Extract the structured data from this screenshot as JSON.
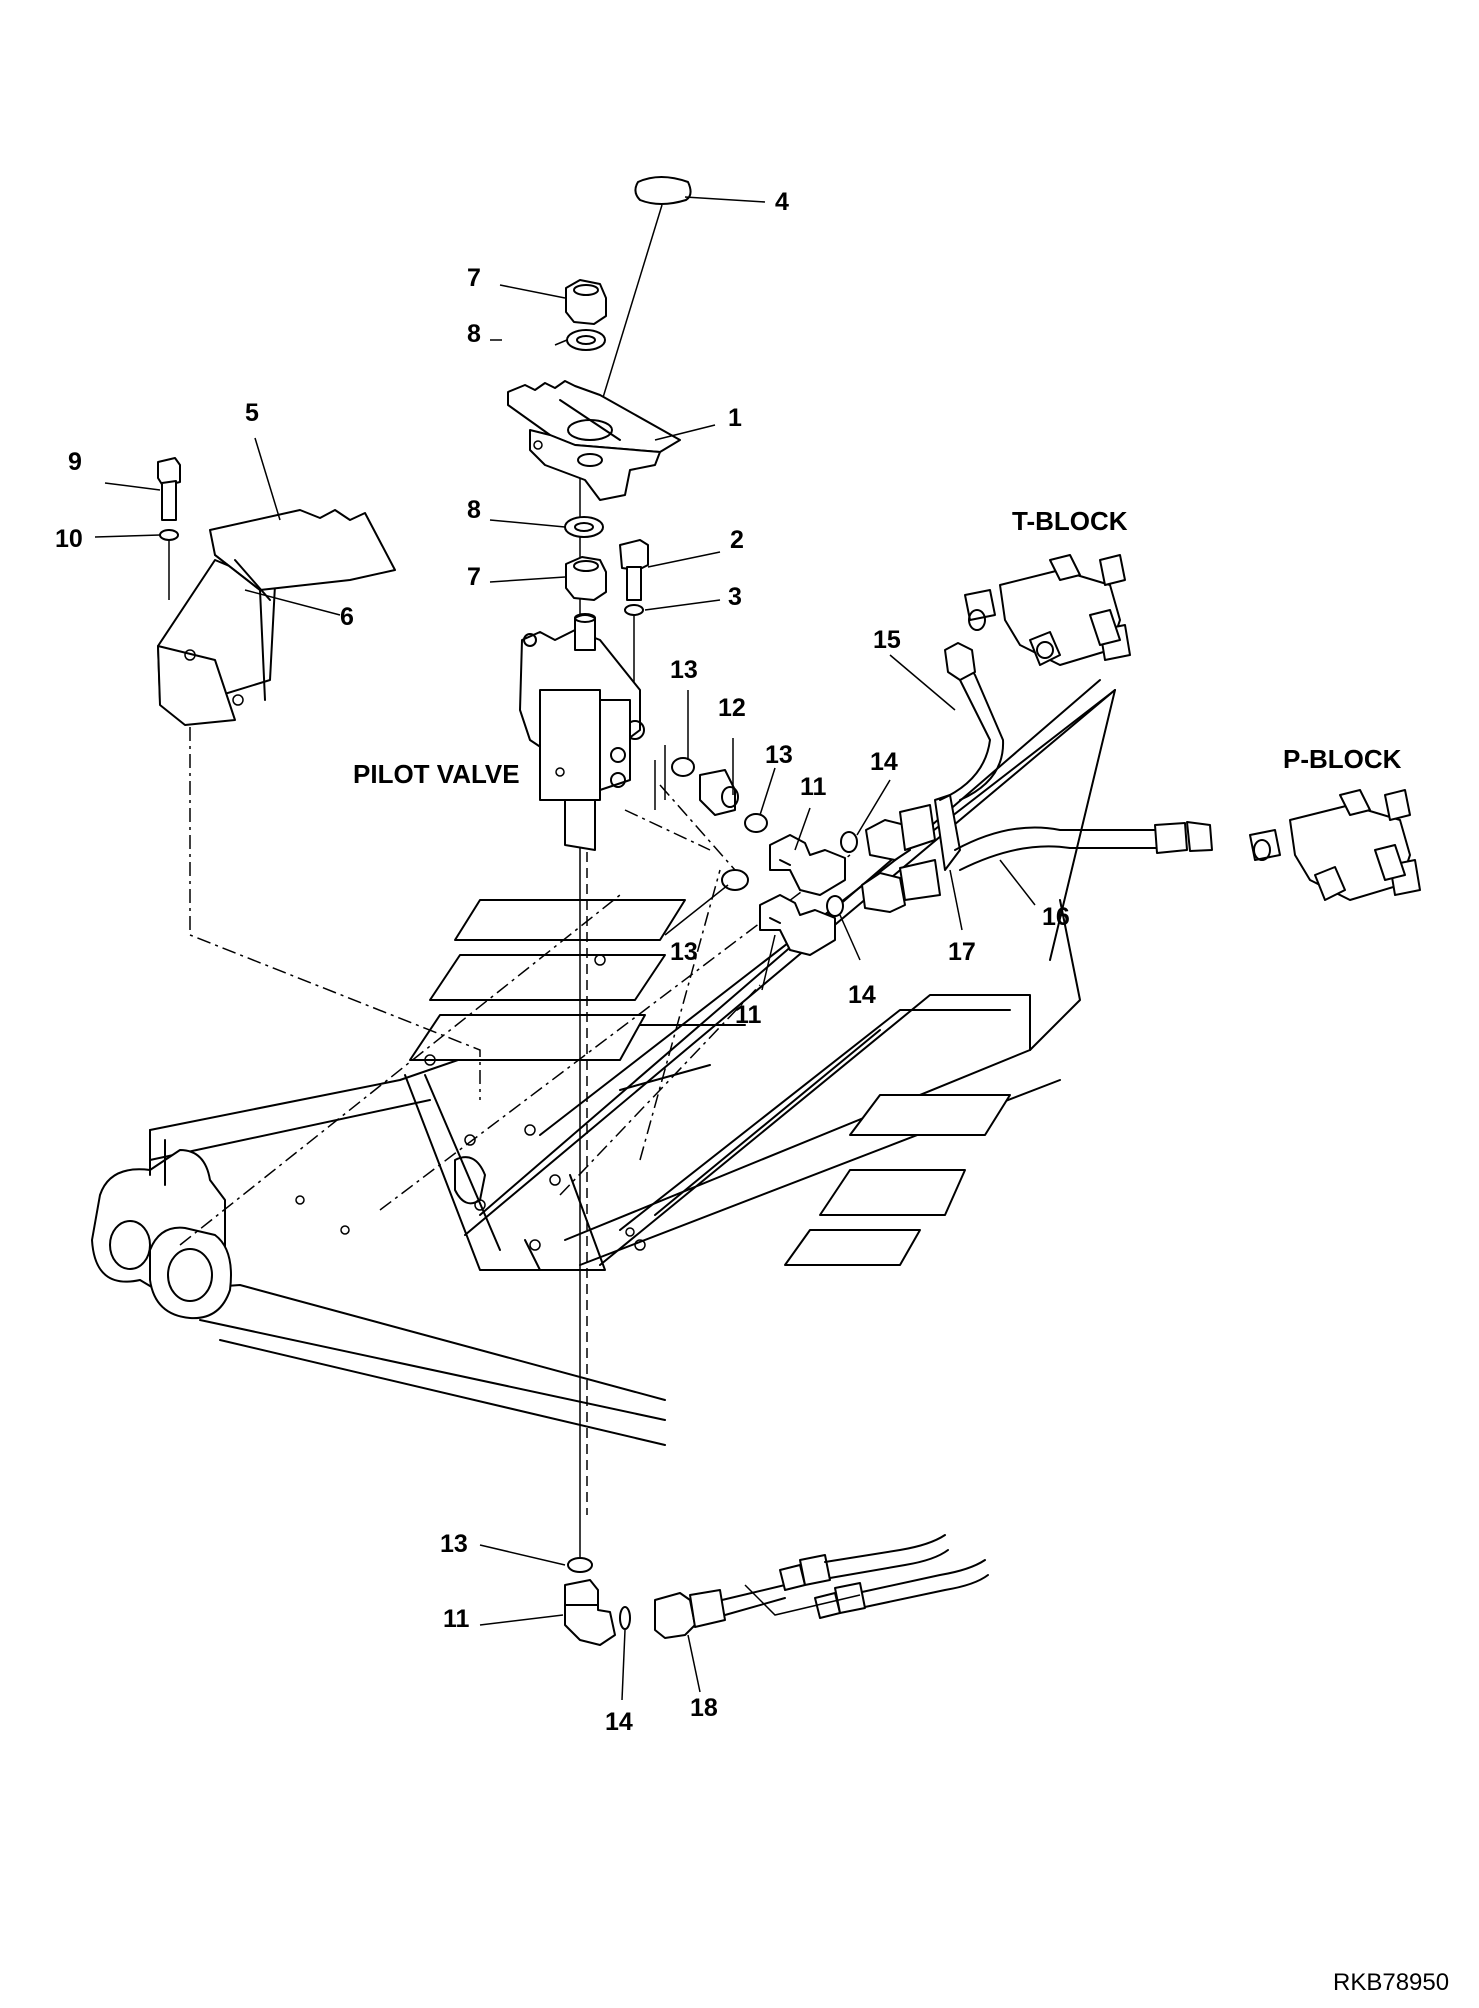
{
  "diagram": {
    "reference_code": "RKB78950",
    "labels": {
      "pilot_valve": "PILOT VALVE",
      "t_block": "T-BLOCK",
      "p_block": "P-BLOCK"
    },
    "callouts": {
      "c1": "1",
      "c2": "2",
      "c3": "3",
      "c4": "4",
      "c5": "5",
      "c6": "6",
      "c7a": "7",
      "c7b": "7",
      "c8a": "8",
      "c8b": "8",
      "c9": "9",
      "c10": "10",
      "c11a": "11",
      "c11b": "11",
      "c11c": "11",
      "c12": "12",
      "c13a": "13",
      "c13b": "13",
      "c13c": "13",
      "c13d": "13",
      "c14a": "14",
      "c14b": "14",
      "c14c": "14",
      "c15": "15",
      "c16": "16",
      "c17": "17",
      "c18": "18"
    }
  }
}
